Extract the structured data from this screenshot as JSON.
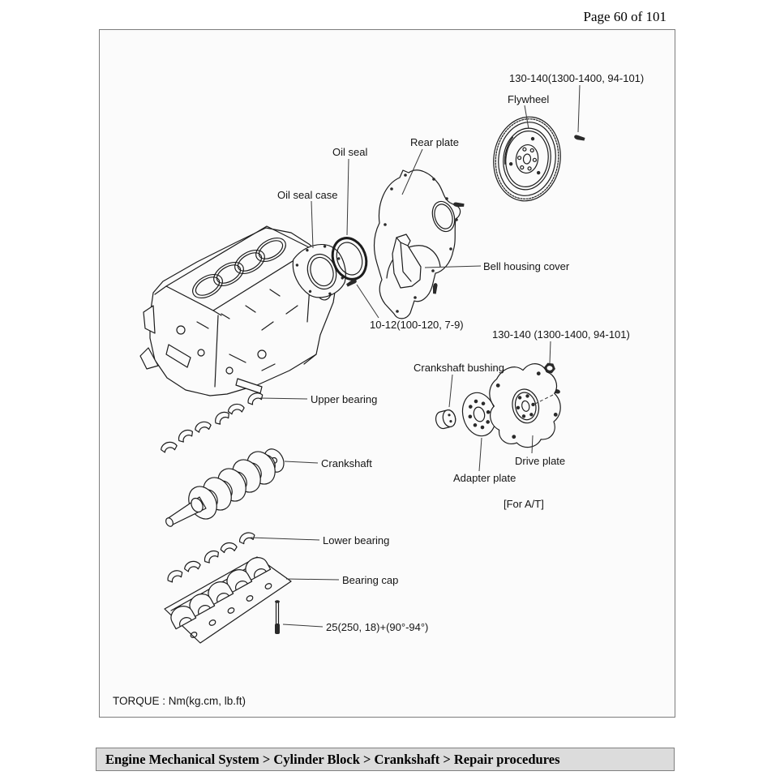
{
  "page": {
    "page_indicator": "Page 60 of 101"
  },
  "colors": {
    "panel_bg": "#fbfbfb",
    "panel_border": "#7d7d7d",
    "breadcrumb_bg": "#dcdcdc",
    "breadcrumb_border": "#808080",
    "diagram_line": "#1c1c1c"
  },
  "diagram": {
    "torque_note": "TORQUE : Nm(kg.cm, lb.ft)",
    "labels": {
      "flywheel_torque": "130-140(1300-1400, 94-101)",
      "flywheel": "Flywheel",
      "rear_plate": "Rear plate",
      "oil_seal": "Oil seal",
      "oil_seal_case": "Oil seal case",
      "bell_housing_cover": "Bell housing cover",
      "rear_plate_torque": "10-12(100-120, 7-9)",
      "drive_plate_torque": "130-140 (1300-1400, 94-101)",
      "crankshaft_bushing": "Crankshaft bushing",
      "upper_bearing": "Upper bearing",
      "crankshaft": "Crankshaft",
      "drive_plate": "Drive plate",
      "adapter_plate": "Adapter plate",
      "transmission_variant": "[For A/T]",
      "lower_bearing": "Lower bearing",
      "bearing_cap": "Bearing cap",
      "bearing_cap_torque": "25(250, 18)+(90°-94°)"
    }
  },
  "footer": {
    "breadcrumb": "Engine Mechanical System > Cylinder Block > Crankshaft > Repair procedures"
  }
}
